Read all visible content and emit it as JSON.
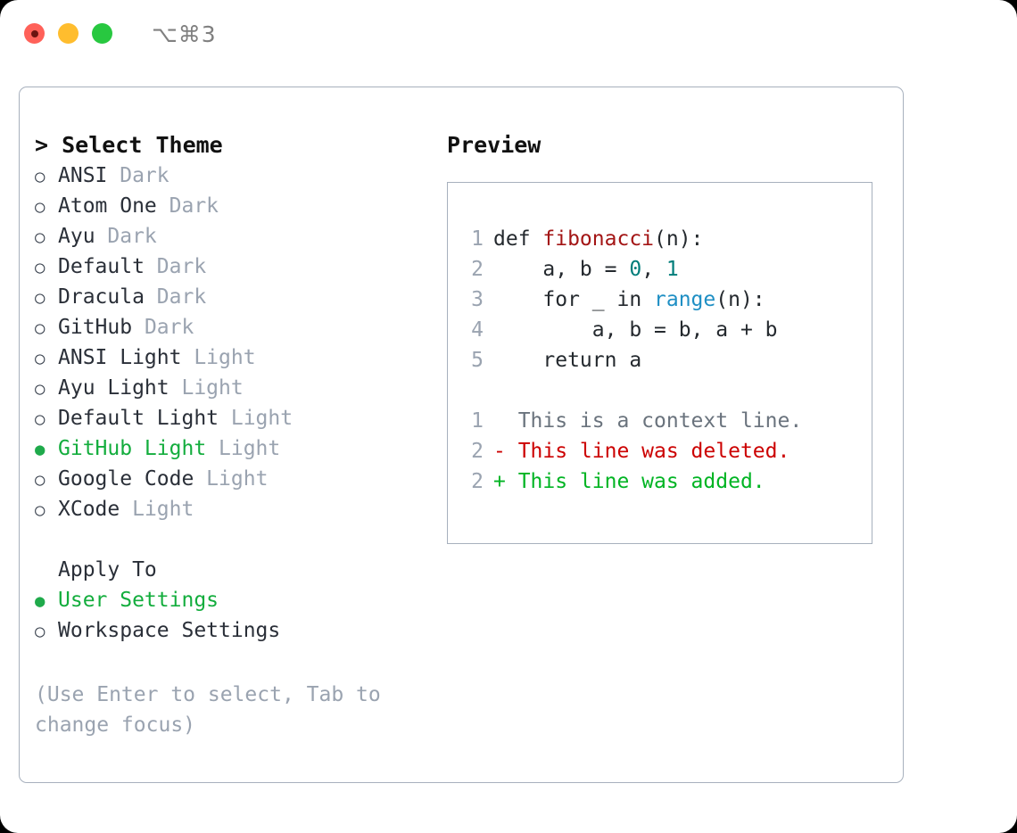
{
  "titlebar": {
    "shortcut": "⌥⌘3",
    "lights": [
      "close-button",
      "minimize-button",
      "maximize-button"
    ]
  },
  "left_pane": {
    "title": "> Select Theme",
    "themes": [
      {
        "marker": "○",
        "name": "ANSI",
        "suffix": "Dark",
        "selected": false
      },
      {
        "marker": "○",
        "name": "Atom One",
        "suffix": "Dark",
        "selected": false
      },
      {
        "marker": "○",
        "name": "Ayu",
        "suffix": "Dark",
        "selected": false
      },
      {
        "marker": "○",
        "name": "Default",
        "suffix": "Dark",
        "selected": false
      },
      {
        "marker": "○",
        "name": "Dracula",
        "suffix": "Dark",
        "selected": false
      },
      {
        "marker": "○",
        "name": "GitHub",
        "suffix": "Dark",
        "selected": false
      },
      {
        "marker": "○",
        "name": "ANSI Light",
        "suffix": "Light",
        "selected": false
      },
      {
        "marker": "○",
        "name": "Ayu Light",
        "suffix": "Light",
        "selected": false
      },
      {
        "marker": "○",
        "name": "Default Light",
        "suffix": "Light",
        "selected": false
      },
      {
        "marker": "●",
        "name": "GitHub Light",
        "suffix": "Light",
        "selected": true
      },
      {
        "marker": "○",
        "name": "Google Code",
        "suffix": "Light",
        "selected": false
      },
      {
        "marker": "○",
        "name": "XCode",
        "suffix": "Light",
        "selected": false
      }
    ],
    "apply_to": {
      "title": "Apply To",
      "options": [
        {
          "marker": "●",
          "name": "User Settings",
          "selected": true
        },
        {
          "marker": "○",
          "name": "Workspace Settings",
          "selected": false
        }
      ]
    },
    "hint": "(Use Enter to select, Tab to change focus)"
  },
  "right_pane": {
    "title": "Preview",
    "code_lines": [
      {
        "no": "1",
        "tokens": [
          {
            "t": "def ",
            "c": "plain"
          },
          {
            "t": "fibonacci",
            "c": "func"
          },
          {
            "t": "(n):",
            "c": "plain"
          }
        ]
      },
      {
        "no": "2",
        "tokens": [
          {
            "t": "    a, b = ",
            "c": "plain"
          },
          {
            "t": "0",
            "c": "num"
          },
          {
            "t": ", ",
            "c": "plain"
          },
          {
            "t": "1",
            "c": "num"
          }
        ]
      },
      {
        "no": "3",
        "tokens": [
          {
            "t": "    for _ in ",
            "c": "plain"
          },
          {
            "t": "range",
            "c": "builtin"
          },
          {
            "t": "(n):",
            "c": "plain"
          }
        ]
      },
      {
        "no": "4",
        "tokens": [
          {
            "t": "        a, b = b, a + b",
            "c": "plain"
          }
        ]
      },
      {
        "no": "5",
        "tokens": [
          {
            "t": "    return a",
            "c": "plain"
          }
        ]
      }
    ],
    "diff_lines": [
      {
        "no": "1",
        "tokens": [
          {
            "t": "  This is a context line.",
            "c": "ctx"
          }
        ]
      },
      {
        "no": "2",
        "tokens": [
          {
            "t": "- This line was deleted.",
            "c": "del"
          }
        ]
      },
      {
        "no": "2",
        "tokens": [
          {
            "t": "+ This line was added.",
            "c": "add"
          }
        ]
      }
    ]
  },
  "colors": {
    "selected_green": "#13ad3d",
    "marker_green": "#1faa4b",
    "muted": "#9aa3b0",
    "border": "#a7b0bd",
    "diff_delete": "#cc0000",
    "diff_add": "#00b423",
    "func": "#a31515",
    "number": "#007d7a",
    "builtin": "#1f8fc4"
  }
}
